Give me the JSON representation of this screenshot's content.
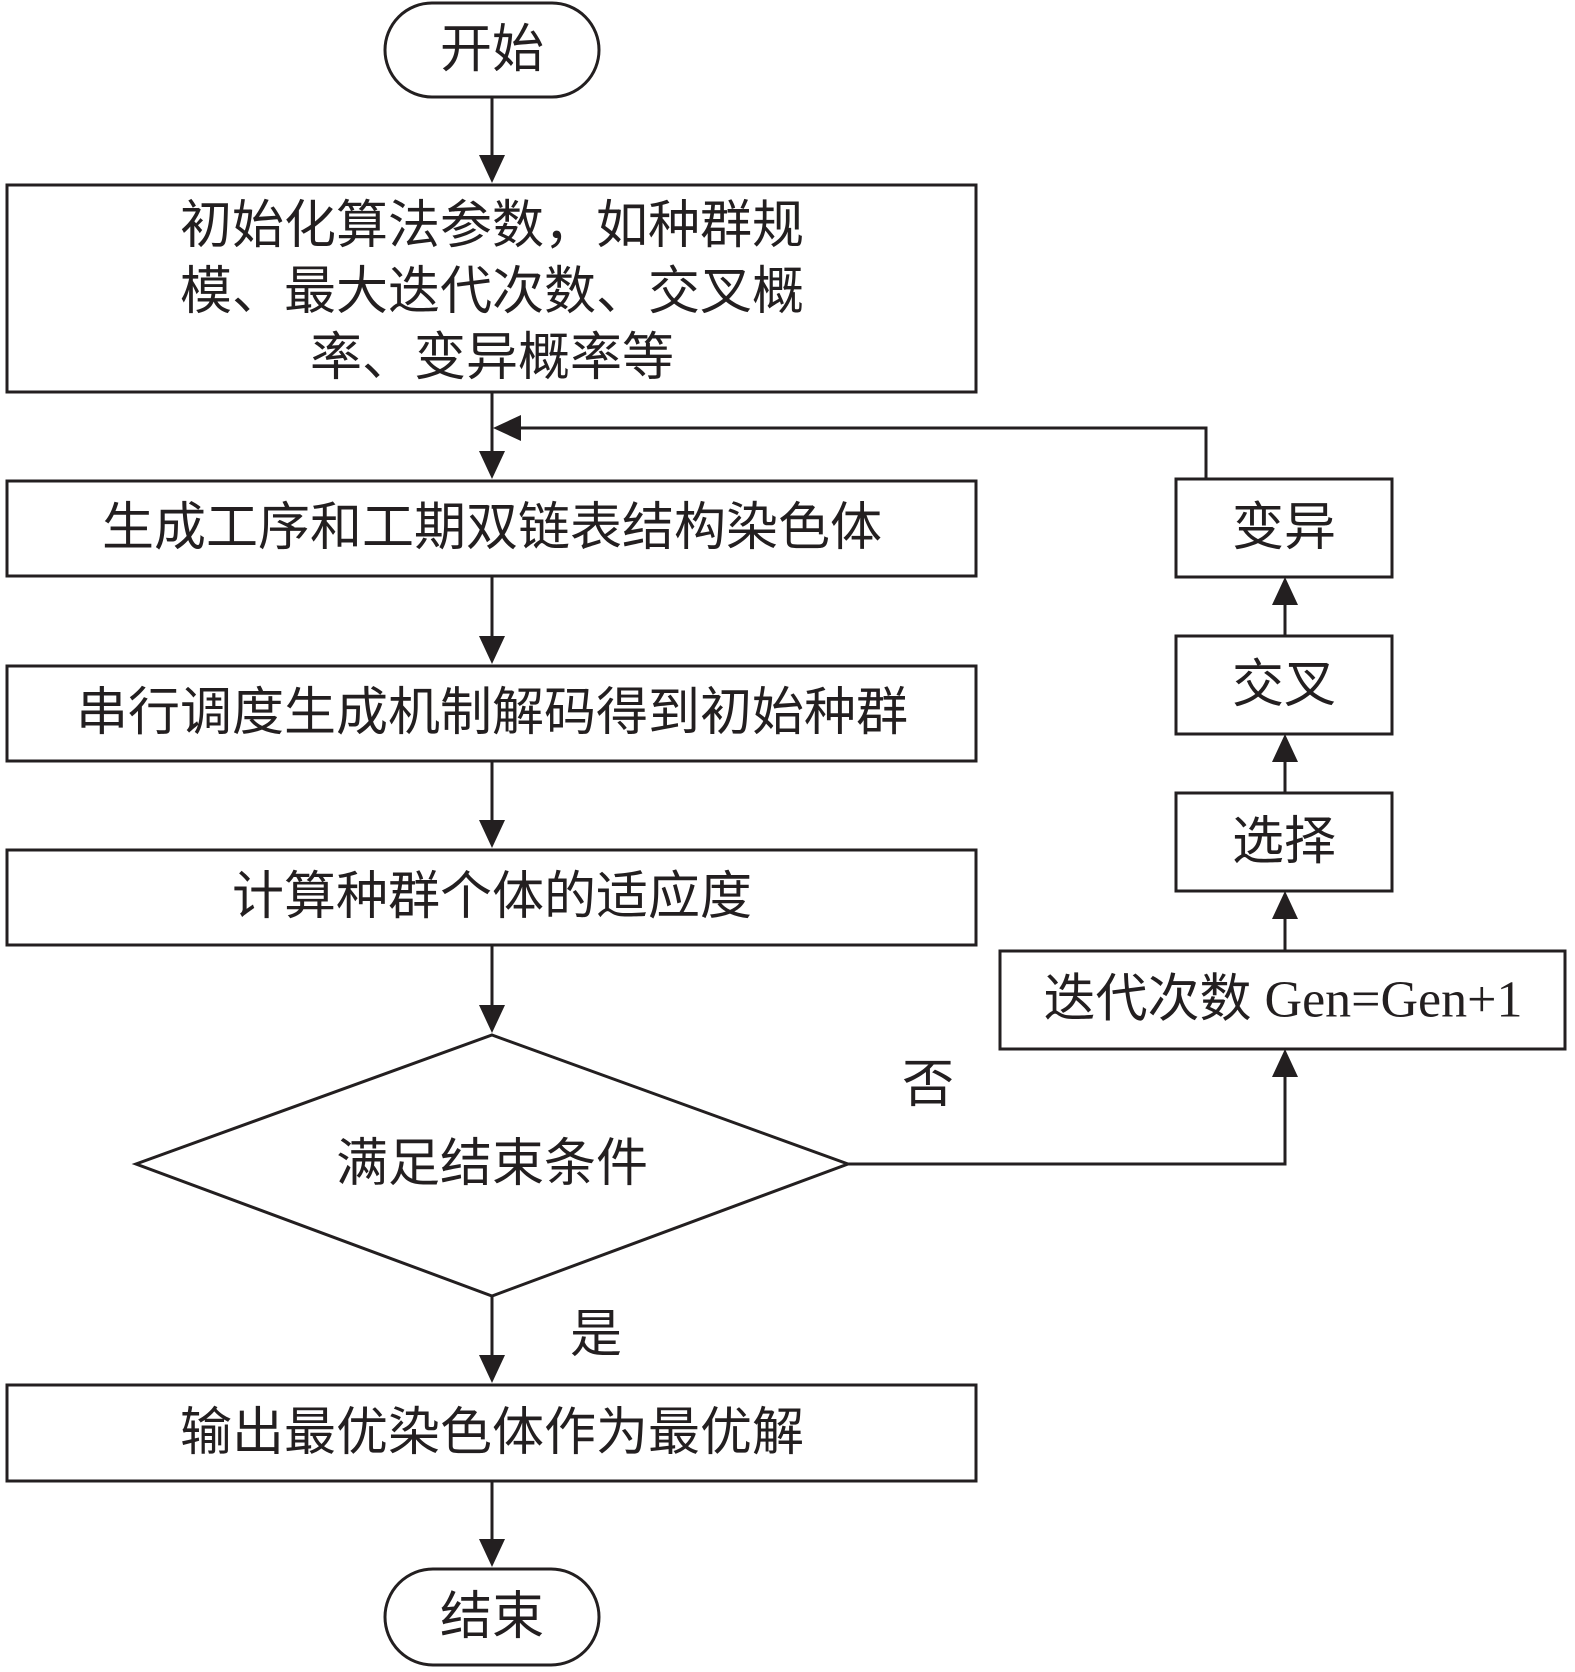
{
  "nodes": {
    "start": "开始",
    "init_line1": "初始化算法参数，如种群规",
    "init_line2": "模、最大迭代次数、交叉概",
    "init_line3": "率、变异概率等",
    "generate": "生成工序和工期双链表结构染色体",
    "decode": "串行调度生成机制解码得到初始种群",
    "fitness": "计算种群个体的适应度",
    "condition": "满足结束条件",
    "output": "输出最优染色体作为最优解",
    "end": "结束",
    "iterate": "迭代次数 Gen=Gen+1",
    "select": "选择",
    "crossover": "交叉",
    "mutate": "变异"
  },
  "edge_labels": {
    "no": "否",
    "yes": "是"
  },
  "colors": {
    "stroke": "#231f20",
    "fill": "#ffffff",
    "text": "#231f20"
  }
}
